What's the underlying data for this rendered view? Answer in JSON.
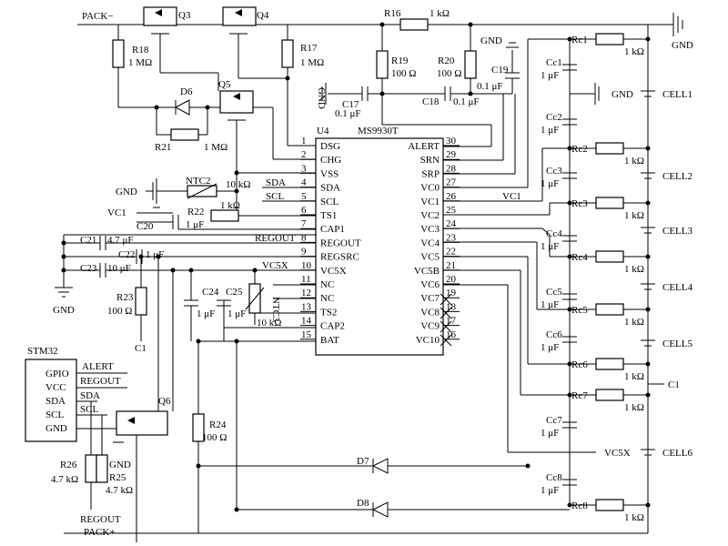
{
  "labels": {
    "pack_minus": "PACK−",
    "pack_plus": "PACK+",
    "gnd": "GND",
    "gnd_vertical": "GND",
    "regout": "REGOUT",
    "alert": "ALERT",
    "vc1": "VC1",
    "vc5x": "VC5X",
    "c1_net": "C1"
  },
  "chip": {
    "ref": "U4",
    "part": "MS9930T",
    "left_pins": [
      {
        "num": "1",
        "name": "DSG"
      },
      {
        "num": "2",
        "name": "CHG"
      },
      {
        "num": "3",
        "name": "VSS"
      },
      {
        "num": "4",
        "name": "SDA"
      },
      {
        "num": "5",
        "name": "SCL"
      },
      {
        "num": "6",
        "name": "TS1"
      },
      {
        "num": "7",
        "name": "CAP1"
      },
      {
        "num": "8",
        "name": "REGOUT"
      },
      {
        "num": "9",
        "name": "REGSRC"
      },
      {
        "num": "10",
        "name": "VC5X"
      },
      {
        "num": "11",
        "name": "NC"
      },
      {
        "num": "12",
        "name": "NC"
      },
      {
        "num": "13",
        "name": "TS2"
      },
      {
        "num": "14",
        "name": "CAP2"
      },
      {
        "num": "15",
        "name": "BAT"
      }
    ],
    "right_pins": [
      {
        "num": "30",
        "name": "ALERT"
      },
      {
        "num": "29",
        "name": "SRN"
      },
      {
        "num": "28",
        "name": "SRP"
      },
      {
        "num": "27",
        "name": "VC0"
      },
      {
        "num": "26",
        "name": "VC1"
      },
      {
        "num": "25",
        "name": "VC2"
      },
      {
        "num": "24",
        "name": "VC3"
      },
      {
        "num": "23",
        "name": "VC4"
      },
      {
        "num": "22",
        "name": "VC5"
      },
      {
        "num": "21",
        "name": "VC5B"
      },
      {
        "num": "20",
        "name": "VC6"
      },
      {
        "num": "19",
        "name": "VC7"
      },
      {
        "num": "18",
        "name": "VC8"
      },
      {
        "num": "17",
        "name": "VC9"
      },
      {
        "num": "16",
        "name": "VC10"
      }
    ]
  },
  "mcu": {
    "title": "STM32",
    "pins": [
      "GPIO",
      "VCC",
      "SDA",
      "SCL",
      "GND"
    ],
    "nets": [
      "ALERT",
      "REGOUT",
      "SDA",
      "SCL"
    ]
  },
  "components": {
    "q3": "Q3",
    "q4": "Q4",
    "q5": "Q5",
    "q6": "Q6",
    "d6": "D6",
    "d7": "D7",
    "d8": "D8",
    "r16": "R16",
    "r16_val": "1 kΩ",
    "r17": "R17",
    "r17_val": "1 MΩ",
    "r18": "R18",
    "r18_val": "1 MΩ",
    "r19": "R19",
    "r19_val": "100 Ω",
    "r20": "R20",
    "r20_val": "100 Ω",
    "r21": "R21",
    "r21_val": "1 MΩ",
    "r22": "R22",
    "r22_val": "1 kΩ",
    "r23": "R23",
    "r23_val": "100 Ω",
    "r24": "R24",
    "r24_val": "100 Ω",
    "r25": "R25",
    "r25_val": "4.7 kΩ",
    "r26": "R26",
    "r26_val": "4.7 kΩ",
    "c17": "C17",
    "c17_val": "0.1 μF",
    "c18": "C18",
    "c18_val": "0.1 μF",
    "c19": "C19",
    "c19_val": "0.1 μF",
    "c20": "C20",
    "c20_val": "1 μF",
    "c21": "C21",
    "c21_val": "4.7 μF",
    "c22": "C22",
    "c22_val": "1 μF",
    "c23": "C23",
    "c23_val": "10 μF",
    "c24": "C24",
    "c24_val": "1 μF",
    "c25": "C25",
    "c25_val": "1 μF",
    "ntc2": "NTC2",
    "ntc2_val": "10 kΩ",
    "ntc3": "NTC3",
    "ntc3_val": "10 kΩ"
  },
  "balance_resistors": [
    {
      "ref": "Rc1",
      "val": "1 kΩ"
    },
    {
      "ref": "Rc2",
      "val": "1 kΩ"
    },
    {
      "ref": "Rc3",
      "val": "1 kΩ"
    },
    {
      "ref": "Rc4",
      "val": "1 kΩ"
    },
    {
      "ref": "Rc5",
      "val": "1 kΩ"
    },
    {
      "ref": "Rc6",
      "val": "1 kΩ"
    },
    {
      "ref": "Rc7",
      "val": "1 kΩ"
    },
    {
      "ref": "Rc8",
      "val": "1 kΩ"
    }
  ],
  "balance_caps": [
    {
      "ref": "Cc1",
      "val": "1 μF"
    },
    {
      "ref": "Cc2",
      "val": "1 μF"
    },
    {
      "ref": "Cc3",
      "val": "1 μF"
    },
    {
      "ref": "Cc4",
      "val": "1 μF"
    },
    {
      "ref": "Cc5",
      "val": "1 μF"
    },
    {
      "ref": "Cc6",
      "val": "1 μF"
    },
    {
      "ref": "Cc7",
      "val": "1 μF"
    },
    {
      "ref": "Cc8",
      "val": "1 μF"
    }
  ],
  "cells": [
    "CELL1",
    "CELL2",
    "CELL3",
    "CELL4",
    "CELL5",
    "CELL6"
  ]
}
